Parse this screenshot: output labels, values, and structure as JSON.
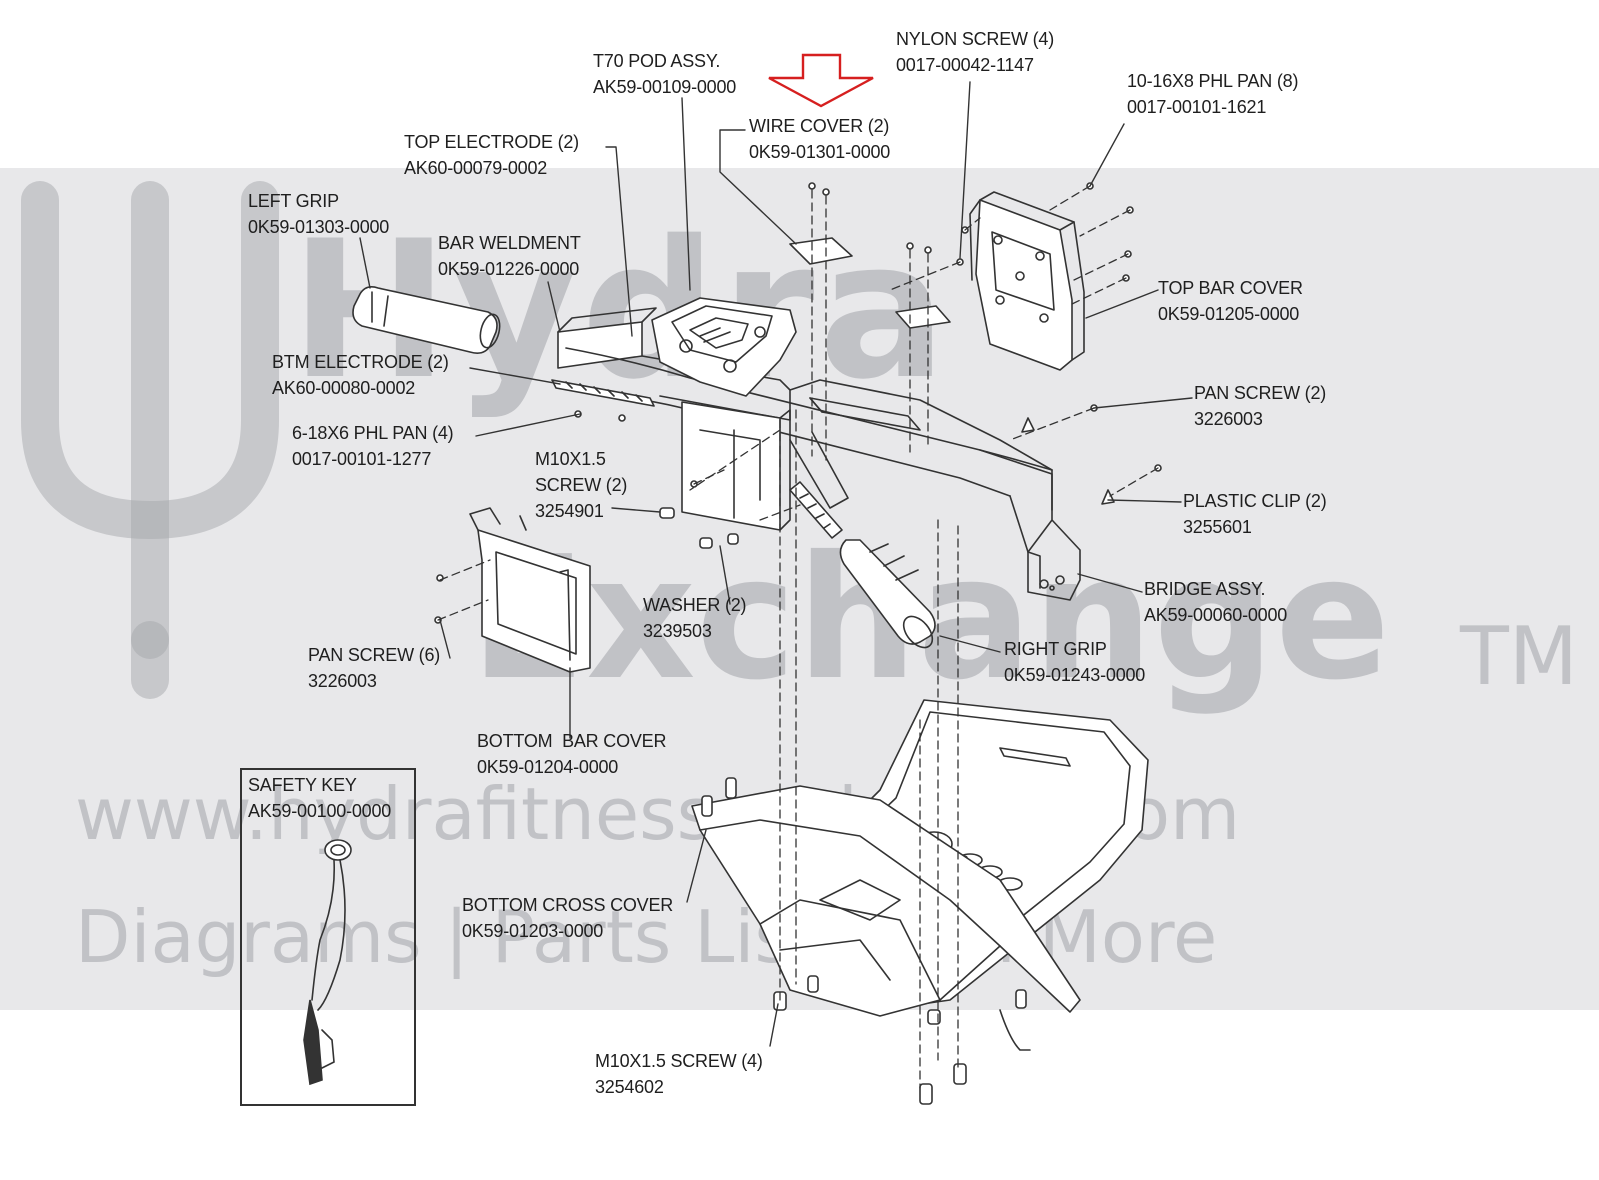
{
  "watermark": {
    "brand_line1": "Hydra",
    "brand_line2": "Exchange",
    "trademark": "TM",
    "url": "www.hydrafitnessexchange.com",
    "tagline": "Diagrams | Parts Lists and More"
  },
  "colors": {
    "band": "#c8c8cc",
    "pointer_arrow": "#d61f1f",
    "line": "#333333"
  },
  "callouts": [
    {
      "id": "nylon-screw",
      "name": "NYLON SCREW (4)",
      "part": "0017-00042-1147"
    },
    {
      "id": "t70-pod-assy",
      "name": "T70 POD ASSY.",
      "part": "AK59-00109-0000"
    },
    {
      "id": "phl-pan-10-16x8",
      "name": "10-16X8 PHL PAN (8)",
      "part": "0017-00101-1621"
    },
    {
      "id": "wire-cover",
      "name": "WIRE COVER (2)",
      "part": "0K59-01301-0000"
    },
    {
      "id": "top-electrode",
      "name": "TOP ELECTRODE (2)",
      "part": "AK60-00079-0002"
    },
    {
      "id": "left-grip",
      "name": "LEFT GRIP",
      "part": "0K59-01303-0000"
    },
    {
      "id": "bar-weldment",
      "name": "BAR WELDMENT",
      "part": "0K59-01226-0000"
    },
    {
      "id": "top-bar-cover",
      "name": "TOP BAR COVER",
      "part": "0K59-01205-0000"
    },
    {
      "id": "btm-electrode",
      "name": "BTM ELECTRODE (2)",
      "part": "AK60-00080-0002"
    },
    {
      "id": "pan-screw-2",
      "name": "PAN SCREW (2)",
      "part": "3226003"
    },
    {
      "id": "phl-pan-6-18x6",
      "name": "6-18X6 PHL PAN (4)",
      "part": "0017-00101-1277"
    },
    {
      "id": "m10-screw-2",
      "name": "M10X1.5 SCREW (2)",
      "part": "3254901"
    },
    {
      "id": "plastic-clip",
      "name": "PLASTIC CLIP (2)",
      "part": "3255601"
    },
    {
      "id": "bridge-assy",
      "name": "BRIDGE ASSY.",
      "part": "AK59-00060-0000"
    },
    {
      "id": "washer",
      "name": "WASHER (2)",
      "part": "3239503"
    },
    {
      "id": "pan-screw-6",
      "name": "PAN SCREW (6)",
      "part": "3226003"
    },
    {
      "id": "right-grip",
      "name": "RIGHT GRIP",
      "part": "0K59-01243-0000"
    },
    {
      "id": "bottom-bar-cover",
      "name": "BOTTOM  BAR COVER",
      "part": "0K59-01204-0000"
    },
    {
      "id": "safety-key",
      "name": "SAFETY KEY",
      "part": "AK59-00100-0000"
    },
    {
      "id": "bottom-cross-cover",
      "name": "BOTTOM CROSS COVER",
      "part": "0K59-01203-0000"
    },
    {
      "id": "m10-screw-4",
      "name": "M10X1.5 SCREW (4)",
      "part": "3254602"
    }
  ]
}
